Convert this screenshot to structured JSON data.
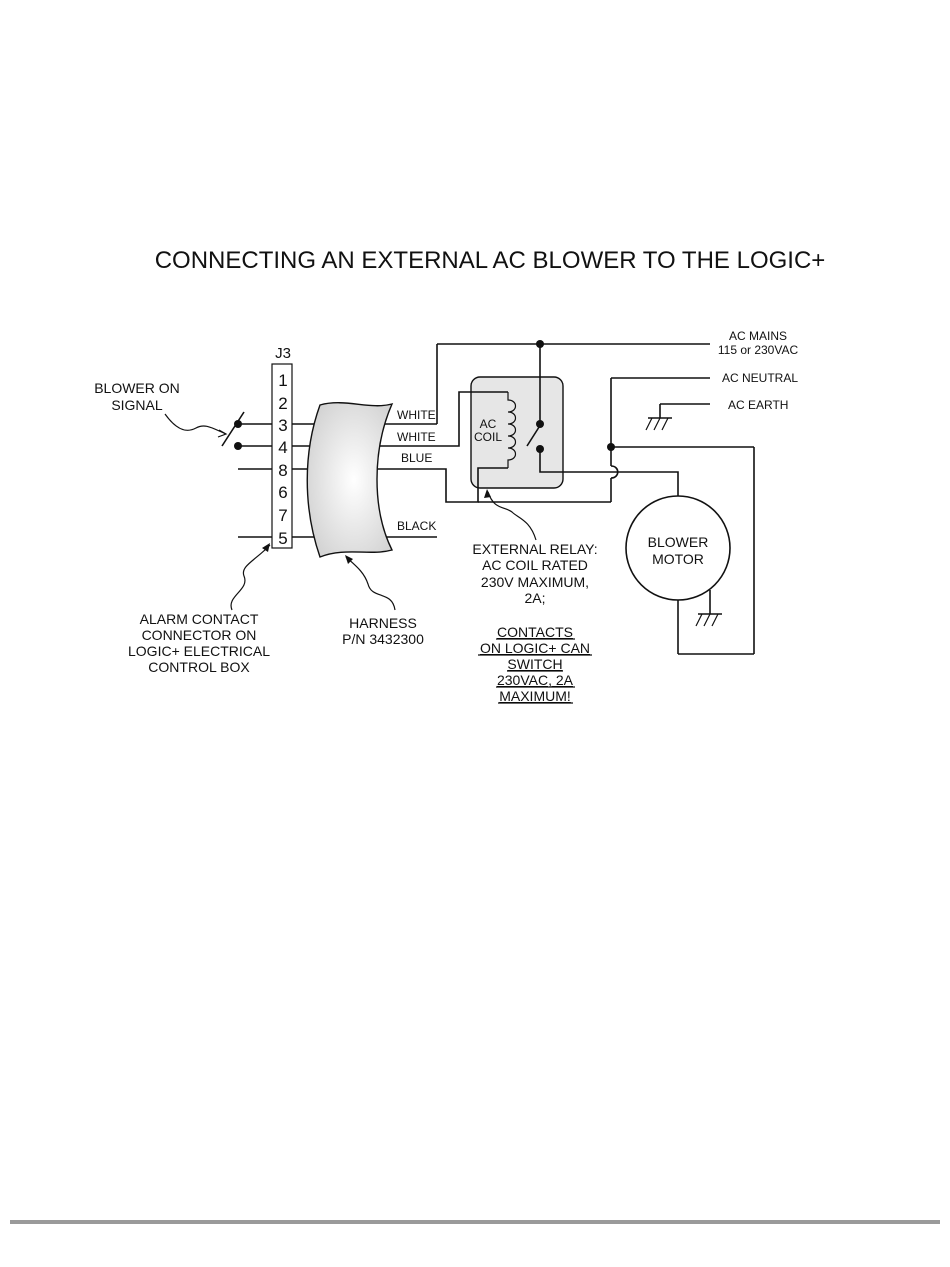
{
  "title": "CONNECTING AN EXTERNAL AC BLOWER TO THE LOGIC+",
  "connector": {
    "label": "J3",
    "pins": [
      "1",
      "2",
      "3",
      "4",
      "8",
      "6",
      "7",
      "5"
    ]
  },
  "labels": {
    "blower_on_signal": [
      "BLOWER ON",
      "SIGNAL"
    ],
    "alarm_contact": [
      "ALARM CONTACT",
      "CONNECTOR ON",
      "LOGIC+ ELECTRICAL",
      "CONTROL BOX"
    ],
    "harness": [
      "HARNESS",
      "P/N 3432300"
    ],
    "relay_coil": [
      "AC",
      "COIL"
    ],
    "external_relay": [
      "EXTERNAL RELAY:",
      "AC COIL RATED",
      "230V MAXIMUM,",
      "2A;"
    ],
    "contacts_warning": [
      "CONTACTS",
      "ON LOGIC+ CAN",
      "SWITCH",
      "230VAC, 2A",
      "MAXIMUM!"
    ],
    "blower_motor": [
      "BLOWER",
      "MOTOR"
    ],
    "ac_mains": [
      "AC MAINS",
      "115 or 230VAC"
    ],
    "ac_neutral": "AC NEUTRAL",
    "ac_earth": "AC EARTH"
  },
  "wires": {
    "white_1": "WHITE",
    "white_2": "WHITE",
    "blue": "BLUE",
    "black": "BLACK"
  },
  "colors": {
    "relay_fill": "#e6e6e6",
    "footer_rule": "#9a9a9a"
  }
}
